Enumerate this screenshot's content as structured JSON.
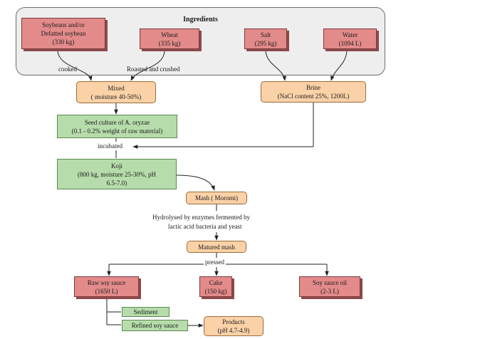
{
  "ingredients": {
    "title": "Ingredients",
    "soybean": {
      "line1": "Soybeans and/or",
      "line2": "Defatted soybean",
      "line3": "(330 kg)"
    },
    "wheat": {
      "line1": "Wheat",
      "line2": "(335 kg)"
    },
    "salt": {
      "line1": "Salt",
      "line2": "(295 kg)"
    },
    "water": {
      "line1": "Water",
      "line2": "(1094 L)"
    }
  },
  "labels": {
    "cooked": "cooked",
    "roasted": "Roasted and crushed",
    "incubated": "incubated",
    "hydrolysed_line1": "Hydrolysed by enzymes fermented by",
    "hydrolysed_line2": "lactic acid bacteria and yeast",
    "pressed": "pressed"
  },
  "nodes": {
    "mixed": {
      "line1": "Mixed",
      "line2": "( moisture 40-50%)"
    },
    "brine": {
      "line1": "Brine",
      "line2": "(NaCl content 25%, 1200L)"
    },
    "seed": {
      "line1": "Seed culture of A. oryzae",
      "line2": "(0.1 - 0.2% weight of raw material)"
    },
    "koji": {
      "line1": "Koji",
      "line2": "(800 kg, moisture 25-30%, pH",
      "line3": "6.5-7.0)"
    },
    "mash": {
      "label": "Mash ( Moromi)"
    },
    "matured": {
      "label": "Matured mash"
    },
    "raw_soy": {
      "line1": "Raw soy sauce",
      "line2": "(1650 L)"
    },
    "cake": {
      "line1": "Cake",
      "line2": "(150 kg)"
    },
    "oil": {
      "line1": "Soy sauce oil",
      "line2": "(2-3 L)"
    },
    "sediment": {
      "label": "Sediment"
    },
    "refined": {
      "label": "Refined soy sauce"
    },
    "products": {
      "line1": "Products",
      "line2": "(pH 4.7-4.9)"
    }
  },
  "colors": {
    "raw_material": "#e38a8a",
    "process": "#fbd2a8",
    "culture": "#b7dcab",
    "panel": "#eeeeee",
    "arrow": "#222222"
  }
}
